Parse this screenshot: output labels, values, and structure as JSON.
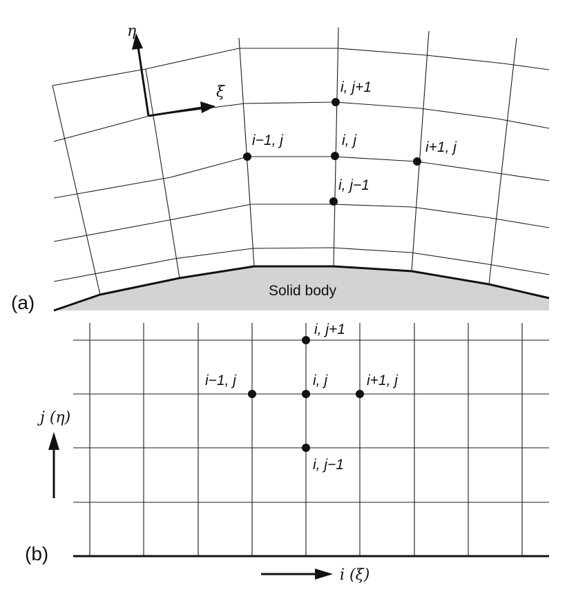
{
  "panel_a": {
    "label": "(a)",
    "body_label": "Solid body",
    "axis_eta": "η",
    "axis_xi": "ξ",
    "nodes": {
      "center": "i, j",
      "up": "i, j+1",
      "down": "i, j−1",
      "left": "i−1, j",
      "right": "i+1, j"
    }
  },
  "panel_b": {
    "label": "(b)",
    "axis_j": "j (η)",
    "axis_i": "i (ξ)",
    "nodes": {
      "center": "i, j",
      "up": "i, j+1",
      "down": "i, j−1",
      "left": "i−1, j",
      "right": "i+1, j"
    }
  }
}
